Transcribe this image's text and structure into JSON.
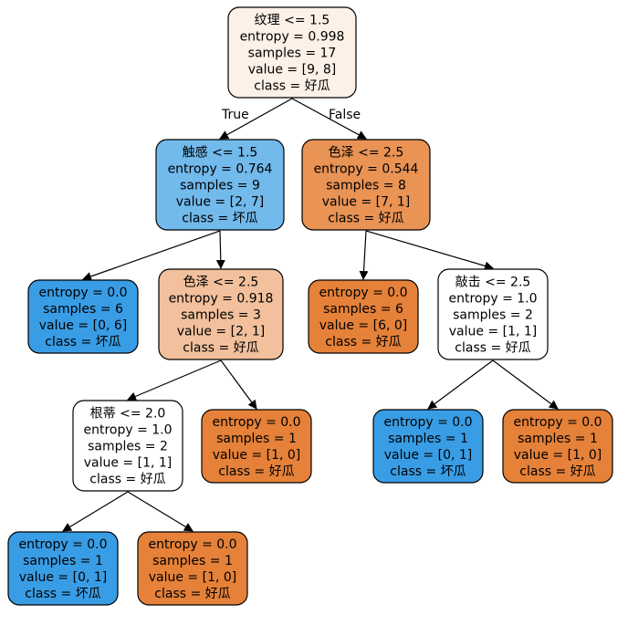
{
  "nodes": [
    {
      "id": "n0",
      "lines": [
        "纹理 <= 1.5",
        "entropy = 0.998",
        "samples = 17",
        "value = [9, 8]",
        "class = 好瓜"
      ],
      "fill": "#fdf0e7"
    },
    {
      "id": "n1",
      "lines": [
        "触感 <= 1.5",
        "entropy = 0.764",
        "samples = 9",
        "value = [2, 7]",
        "class = 坏瓜"
      ],
      "fill": "#72b9ec"
    },
    {
      "id": "n2",
      "lines": [
        "entropy = 0.0",
        "samples = 6",
        "value = [0, 6]",
        "class = 坏瓜"
      ],
      "fill": "#399de5"
    },
    {
      "id": "n3",
      "lines": [
        "色泽 <= 2.5",
        "entropy = 0.918",
        "samples = 3",
        "value = [2, 1]",
        "class = 好瓜"
      ],
      "fill": "#f2c09c"
    },
    {
      "id": "n4",
      "lines": [
        "根蒂 <= 2.0",
        "entropy = 1.0",
        "samples = 2",
        "value = [1, 1]",
        "class = 好瓜"
      ],
      "fill": "#ffffff"
    },
    {
      "id": "n5",
      "lines": [
        "entropy = 0.0",
        "samples = 1",
        "value = [0, 1]",
        "class = 坏瓜"
      ],
      "fill": "#399de5"
    },
    {
      "id": "n6",
      "lines": [
        "entropy = 0.0",
        "samples = 1",
        "value = [1, 0]",
        "class = 好瓜"
      ],
      "fill": "#e58139"
    },
    {
      "id": "n7",
      "lines": [
        "entropy = 0.0",
        "samples = 1",
        "value = [1, 0]",
        "class = 好瓜"
      ],
      "fill": "#e58139"
    },
    {
      "id": "n8",
      "lines": [
        "色泽 <= 2.5",
        "entropy = 0.544",
        "samples = 8",
        "value = [7, 1]",
        "class = 好瓜"
      ],
      "fill": "#e99355"
    },
    {
      "id": "n9",
      "lines": [
        "entropy = 0.0",
        "samples = 6",
        "value = [6, 0]",
        "class = 好瓜"
      ],
      "fill": "#e58139"
    },
    {
      "id": "n10",
      "lines": [
        "敲击 <= 2.5",
        "entropy = 1.0",
        "samples = 2",
        "value = [1, 1]",
        "class = 好瓜"
      ],
      "fill": "#ffffff"
    },
    {
      "id": "n11",
      "lines": [
        "entropy = 0.0",
        "samples = 1",
        "value = [0, 1]",
        "class = 坏瓜"
      ],
      "fill": "#399de5"
    },
    {
      "id": "n12",
      "lines": [
        "entropy = 0.0",
        "samples = 1",
        "value = [1, 0]",
        "class = 好瓜"
      ],
      "fill": "#e58139"
    }
  ],
  "edges": [
    {
      "from": "n0",
      "to": "n1",
      "label": "True"
    },
    {
      "from": "n0",
      "to": "n8",
      "label": "False"
    },
    {
      "from": "n1",
      "to": "n2",
      "label": ""
    },
    {
      "from": "n1",
      "to": "n3",
      "label": ""
    },
    {
      "from": "n3",
      "to": "n4",
      "label": ""
    },
    {
      "from": "n3",
      "to": "n7",
      "label": ""
    },
    {
      "from": "n4",
      "to": "n5",
      "label": ""
    },
    {
      "from": "n4",
      "to": "n6",
      "label": ""
    },
    {
      "from": "n8",
      "to": "n9",
      "label": ""
    },
    {
      "from": "n8",
      "to": "n10",
      "label": ""
    },
    {
      "from": "n10",
      "to": "n11",
      "label": ""
    },
    {
      "from": "n10",
      "to": "n12",
      "label": ""
    }
  ],
  "colors": {
    "stroke": "#000000",
    "text": "#000000"
  }
}
